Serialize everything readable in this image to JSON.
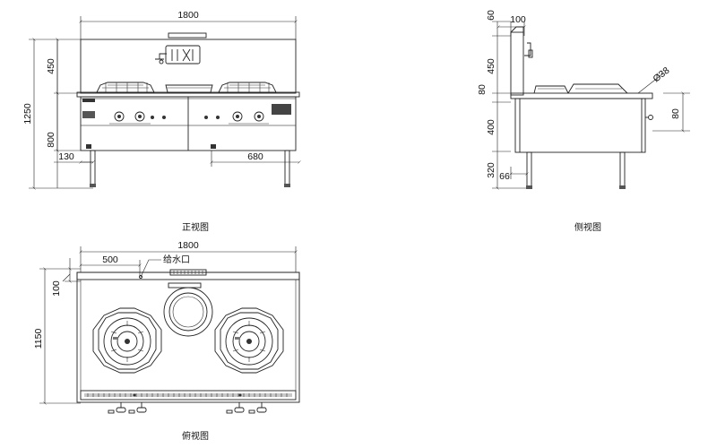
{
  "front_view": {
    "caption": "正视图",
    "dims": {
      "overall_width": "1800",
      "splash_height": "450",
      "total_height": "1250",
      "counter_height": "800",
      "leg_offset": "130",
      "right_width": "680"
    }
  },
  "side_view": {
    "caption": "侧视图",
    "dims": {
      "top": "60",
      "depth_top": "100",
      "splash": "450",
      "rim": "80",
      "body": "400",
      "legs": "320",
      "leg_inset": "66",
      "pipe_dia": "Ø38",
      "pipe_height": "80"
    }
  },
  "top_view": {
    "caption": "俯视图",
    "dims": {
      "overall_width": "1800",
      "water_inlet_offset": "500",
      "back_depth": "100",
      "total_depth": "1150"
    },
    "water_inlet_label": "给水口"
  }
}
